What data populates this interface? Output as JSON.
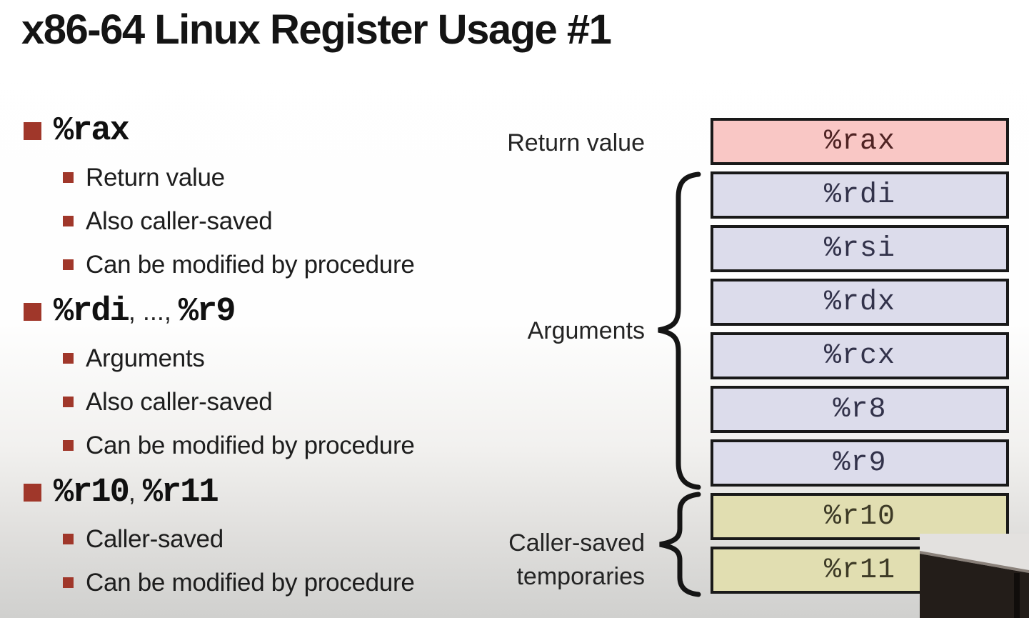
{
  "title": "x86-64 Linux Register Usage #1",
  "bullets": [
    {
      "heading": [
        {
          "t": "%rax",
          "mono": true
        }
      ],
      "subs": [
        "Return value",
        "Also caller-saved",
        "Can be modified by procedure"
      ]
    },
    {
      "heading": [
        {
          "t": "%rdi",
          "mono": true
        },
        {
          "t": ", ..., ",
          "mono": false
        },
        {
          "t": "%r9",
          "mono": true
        }
      ],
      "subs": [
        "Arguments",
        "Also caller-saved",
        "Can be modified by procedure"
      ]
    },
    {
      "heading": [
        {
          "t": "%r10",
          "mono": true
        },
        {
          "t": ", ",
          "mono": false
        },
        {
          "t": "%r11",
          "mono": true
        }
      ],
      "subs": [
        "Caller-saved",
        "Can be modified by procedure"
      ]
    }
  ],
  "diagram": {
    "labels": {
      "return_value": "Return value",
      "arguments": "Arguments",
      "caller_saved_line1": "Caller-saved",
      "caller_saved_line2": "temporaries"
    },
    "registers": [
      {
        "name": "%rax",
        "group": "return"
      },
      {
        "name": "%rdi",
        "group": "arguments"
      },
      {
        "name": "%rsi",
        "group": "arguments"
      },
      {
        "name": "%rdx",
        "group": "arguments"
      },
      {
        "name": "%rcx",
        "group": "arguments"
      },
      {
        "name": "%r8",
        "group": "arguments"
      },
      {
        "name": "%r9",
        "group": "arguments"
      },
      {
        "name": "%r10",
        "group": "caller"
      },
      {
        "name": "%r11",
        "group": "caller"
      }
    ]
  },
  "colors": {
    "accent_red": "#a0372a",
    "text_dark": "#1d1d1d",
    "box_border": "#191919",
    "return_fill": "#f9c7c5",
    "return_text": "#4f2323",
    "arguments_fill": "#dcdceb",
    "arguments_text": "#32324a",
    "caller_fill": "#e1deb1",
    "caller_text": "#3d3a26"
  }
}
